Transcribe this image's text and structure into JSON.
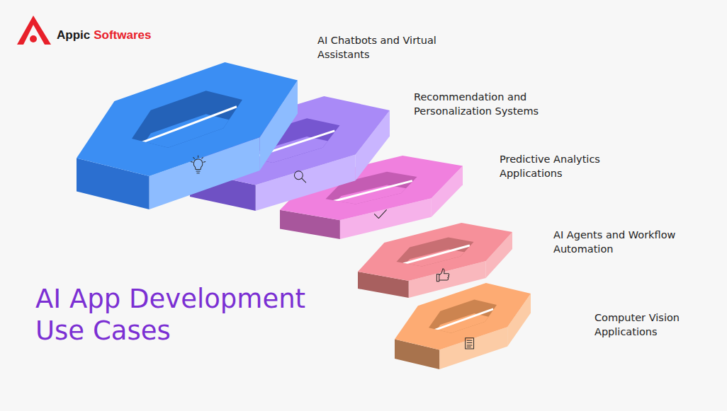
{
  "diagram": {
    "title": "AI App Development Use Cases",
    "nodes": [
      {
        "text": [
          "AI Chatbots and Virtual Assistants"
        ]
      },
      {
        "text": [
          "Recommendation and Personalization Systems"
        ]
      },
      {
        "text": [
          "Predictive Analytics Applications"
        ]
      },
      {
        "text": [
          "AI Agents and Workflow Automation"
        ]
      },
      {
        "text": [
          "Computer Vision Applications"
        ]
      }
    ],
    "labels": [
      "Appic",
      "Softwares"
    ]
  }
}
